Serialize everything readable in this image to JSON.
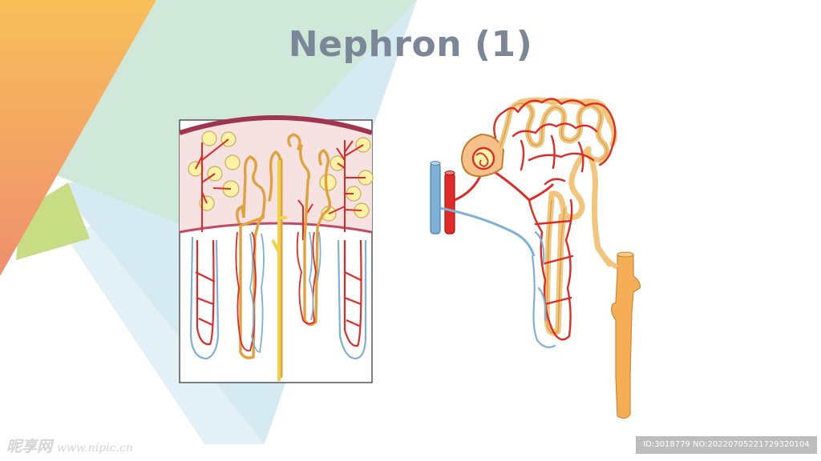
{
  "slide": {
    "title": "Nephron (1)"
  },
  "colors": {
    "tubule": "#f2c57c",
    "artery": "#e02a25",
    "vein": "#7fb0d8",
    "duct": "#f5ae55",
    "cortex": "#f6e2e1",
    "capsule_cap": "#a0354f",
    "glomerulus_ball": "#fdf1a6"
  },
  "watermark": {
    "brand": "昵享网",
    "url": "www.nipic.cn",
    "id_text": "ID:3018779 NO:20220705221729320104"
  }
}
